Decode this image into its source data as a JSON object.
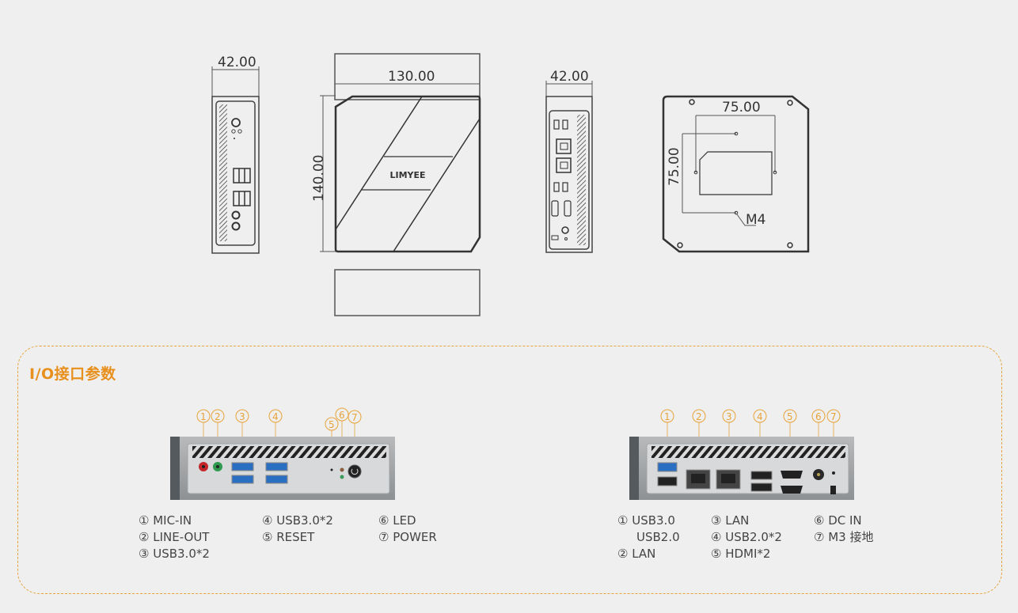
{
  "dimensions": {
    "side_left_width": "42.00",
    "top_width": "130.00",
    "top_depth": "140.00",
    "side_right_width": "42.00",
    "vesa_horizontal": "75.00",
    "vesa_vertical": "75.00",
    "vesa_screw": "M4"
  },
  "brand_label": "LIMYEE",
  "io_section": {
    "title": "I/O接口参数",
    "accent_color": "#e8901e",
    "front_callouts": [
      "①",
      "②",
      "③",
      "④",
      "⑤",
      "⑥",
      "⑦"
    ],
    "front_legend": [
      [
        "① MIC-IN",
        "② LINE-OUT",
        "③ USB3.0*2"
      ],
      [
        "④ USB3.0*2",
        "⑤ RESET"
      ],
      [
        "⑥ LED",
        "⑦ POWER"
      ]
    ],
    "rear_callouts": [
      "①",
      "②",
      "③",
      "④",
      "⑤",
      "⑥",
      "⑦"
    ],
    "rear_legend": [
      [
        "① USB3.0",
        "   USB2.0",
        "② LAN"
      ],
      [
        "③ LAN",
        "④ USB2.0*2",
        "⑤ HDMI*2"
      ],
      [
        "⑥ DC IN",
        "⑦ M3 接地"
      ]
    ]
  }
}
